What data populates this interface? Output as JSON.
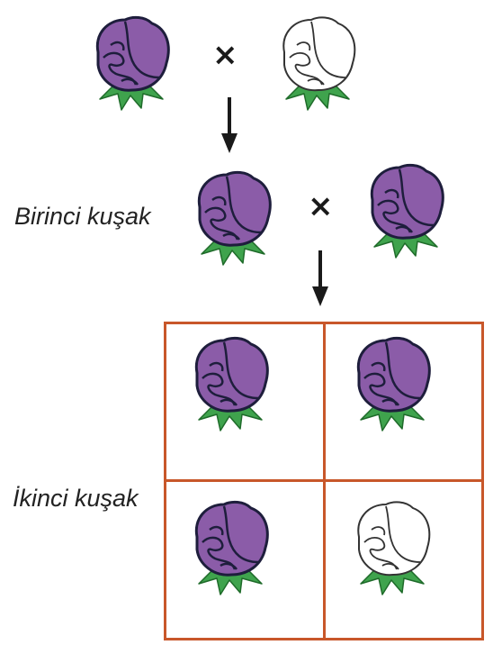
{
  "labels": {
    "first_generation": "Birinci kuşak",
    "second_generation": "İkinci kuşak"
  },
  "symbols": {
    "cross": "×"
  },
  "colors": {
    "purple_petal": "#8b5ca8",
    "white_petal": "#ffffff",
    "outline_purple": "#1e1e3c",
    "outline_white": "#333333",
    "leaf": "#3fa34d",
    "punnett_border": "#c8572a"
  },
  "flowers": {
    "parent_left": "purple",
    "parent_right": "white",
    "f1_left": "purple",
    "f1_right": "purple",
    "f2": [
      "purple",
      "purple",
      "purple",
      "white"
    ]
  }
}
